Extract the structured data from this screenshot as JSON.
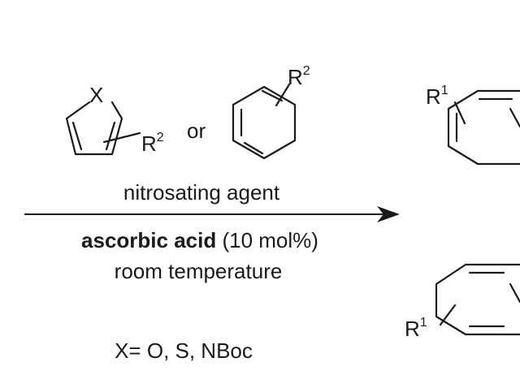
{
  "reactants": {
    "heterocycle_heteroatom": "X",
    "heterocycle_substituent": "R",
    "heterocycle_substituent_index": "2",
    "connector": "or",
    "arene_substituent": "R",
    "arene_substituent_index": "2"
  },
  "conditions": {
    "above_arrow": "nitrosating agent",
    "catalyst": "ascorbic acid",
    "catalyst_loading": "(10 mol%)",
    "temperature": "room temperature",
    "heteroatom_definition": "X= O, S, NBoc"
  },
  "products": {
    "upper_substituent": "R",
    "upper_substituent_index": "1",
    "lower_substituent": "R",
    "lower_substituent_index": "1"
  }
}
